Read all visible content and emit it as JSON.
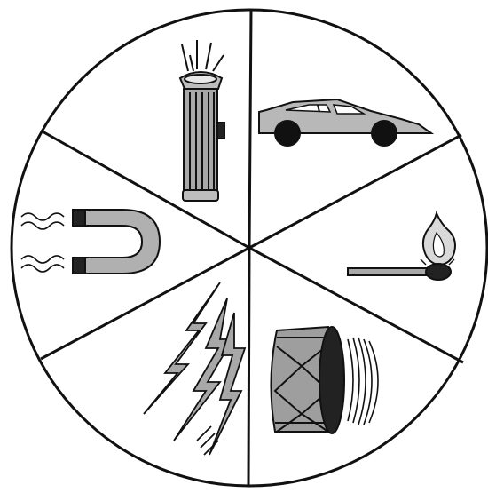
{
  "diagram": {
    "kind": "energy-forms-wheel",
    "segments": [
      {
        "icon": "flashlight-icon",
        "meaning": "light"
      },
      {
        "icon": "race-car-icon",
        "meaning": "motion"
      },
      {
        "icon": "burning-match-icon",
        "meaning": "heat"
      },
      {
        "icon": "drum-icon",
        "meaning": "sound"
      },
      {
        "icon": "lightning-bolts-icon",
        "meaning": "electricity"
      },
      {
        "icon": "magnet-icon",
        "meaning": "magnetism"
      }
    ],
    "colors": {
      "outline": "#111111",
      "gray_fill": "#a8a8a8",
      "dark_fill": "#222222",
      "background": "#ffffff"
    }
  }
}
